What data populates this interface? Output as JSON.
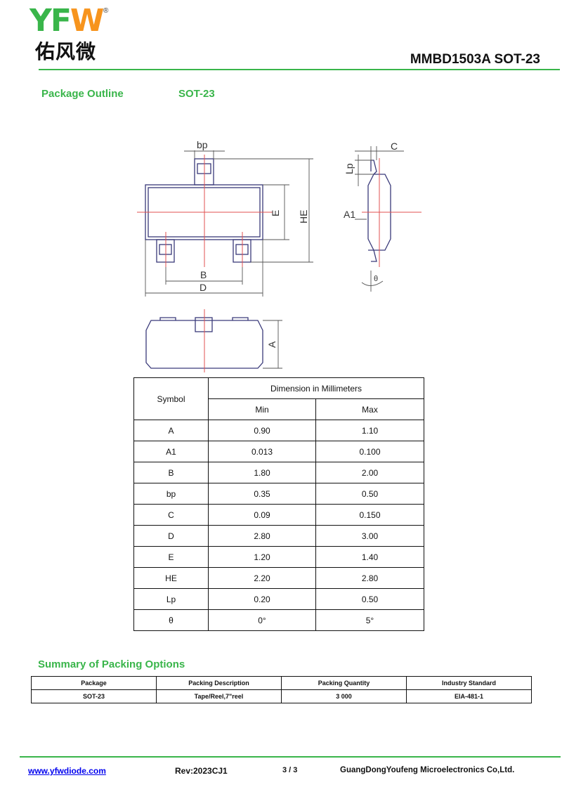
{
  "header": {
    "logo_letters": "YFW",
    "logo_cn": "佑风微",
    "registered_mark": "®",
    "title": "MMBD1503A SOT-23"
  },
  "outline": {
    "label": "Package Outline",
    "package": "SOT-23"
  },
  "drawing_labels": {
    "bp": "bp",
    "E": "E",
    "HE": "HE",
    "B": "B",
    "D": "D",
    "C": "C",
    "Lp": "Lp",
    "A1": "A1",
    "theta": "θ",
    "A": "A"
  },
  "dimensions": {
    "symbol_header": "Symbol",
    "group_header": "Dimension in Millimeters",
    "min_header": "Min",
    "max_header": "Max",
    "rows": [
      {
        "symbol": "A",
        "min": "0.90",
        "max": "1.10"
      },
      {
        "symbol": "A1",
        "min": "0.013",
        "max": "0.100"
      },
      {
        "symbol": "B",
        "min": "1.80",
        "max": "2.00"
      },
      {
        "symbol": "bp",
        "min": "0.35",
        "max": "0.50"
      },
      {
        "symbol": "C",
        "min": "0.09",
        "max": "0.150"
      },
      {
        "symbol": "D",
        "min": "2.80",
        "max": "3.00"
      },
      {
        "symbol": "E",
        "min": "1.20",
        "max": "1.40"
      },
      {
        "symbol": "HE",
        "min": "2.20",
        "max": "2.80"
      },
      {
        "symbol": "Lp",
        "min": "0.20",
        "max": "0.50"
      },
      {
        "symbol": "θ",
        "min": "0°",
        "max": "5°"
      }
    ]
  },
  "packing": {
    "title": "Summary of Packing Options",
    "headers": [
      "Package",
      "Packing Description",
      "Packing Quantity",
      "Industry Standard"
    ],
    "row": [
      "SOT-23",
      "Tape/Reel,7\"reel",
      "3 000",
      "EIA-481-1"
    ]
  },
  "footer": {
    "website": "www.yfwdiode.com",
    "revision": "Rev:2023CJ1",
    "page": "3 / 3",
    "company": "GuangDongYoufeng Microelectronics Co,Ltd."
  },
  "colors": {
    "brand_green": "#39b54a",
    "brand_orange": "#f7941d",
    "outline_stroke": "#3a3a7a",
    "centerline": "#e05050"
  }
}
